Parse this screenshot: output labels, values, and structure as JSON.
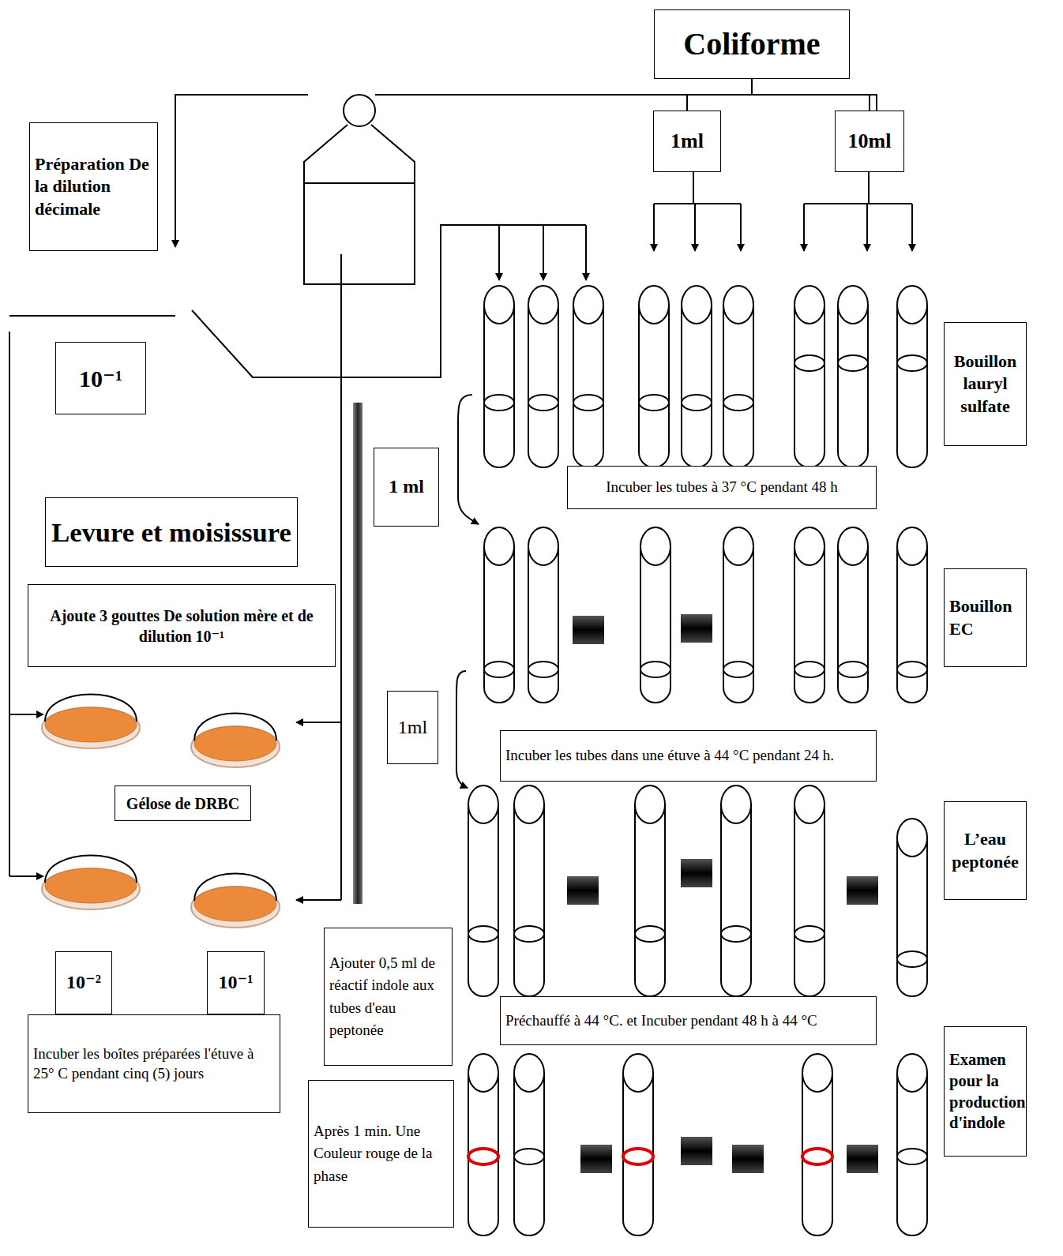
{
  "diagram": {
    "nodes": [
      {
        "text": [
          "Coliforme"
        ]
      },
      {
        "text": [
          "1ml"
        ]
      },
      {
        "text": [
          "10ml"
        ]
      },
      {
        "text": [
          "Préparation De la dilution décimale"
        ]
      },
      {
        "text": [
          "10⁻¹"
        ]
      },
      {
        "text": [
          "1 ml"
        ]
      },
      {
        "text": [
          "Levure et moisissure"
        ]
      },
      {
        "text": [
          "Ajoute 3 gouttes De solution mère et de dilution 10⁻¹"
        ]
      },
      {
        "text": [
          "Bouillon lauryl sulfate"
        ]
      },
      {
        "text": [
          "Incuber les tubes à 37 °C pendant 48 h"
        ]
      },
      {
        "text": [
          "Bouillon EC"
        ]
      },
      {
        "text": [
          "1ml"
        ]
      },
      {
        "text": [
          "Incuber les tubes dans une étuve à 44 °C pendant 24 h."
        ]
      },
      {
        "text": [
          "Gélose de DRBC"
        ]
      },
      {
        "text": [
          "L’eau peptonée"
        ]
      },
      {
        "text": [
          "10⁻²"
        ]
      },
      {
        "text": [
          "10⁻¹"
        ]
      },
      {
        "text": [
          "Ajouter 0,5 ml de réactif indole aux tubes d'eau peptonée"
        ]
      },
      {
        "text": [
          "Préchauffé à 44 °C. et Incuber pendant 48 h à 44 °C"
        ]
      },
      {
        "text": [
          "Incuber les boîtes préparées l'étuve à 25° C pendant cinq (5) jours"
        ]
      },
      {
        "text": [
          "Examen pour la production d'indole"
        ]
      },
      {
        "text": [
          "Après 1 min. Une Couleur rouge de la phase"
        ]
      }
    ],
    "edges": [
      {
        "from": 0,
        "to": 1,
        "arrow": "none"
      },
      {
        "from": 0,
        "to": 2,
        "arrow": "none"
      }
    ]
  }
}
